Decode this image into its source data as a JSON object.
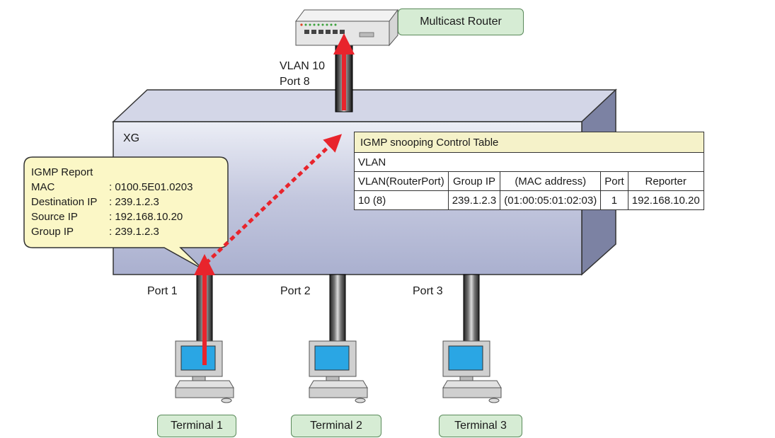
{
  "labels": {
    "router": "Multicast Router",
    "router_link": "VLAN 10",
    "router_port": "Port 8",
    "switch": "XG",
    "port1": "Port 1",
    "port2": "Port 2",
    "port3": "Port 3",
    "terminal1": "Terminal 1",
    "terminal2": "Terminal 2",
    "terminal3": "Terminal 3"
  },
  "report": {
    "title": "IGMP Report",
    "rows": [
      {
        "key": "MAC",
        "value": ": 0100.5E01.0203"
      },
      {
        "key": "Destination IP",
        "value": ": 239.1.2.3"
      },
      {
        "key": "Source IP",
        "value": ": 192.168.10.20"
      },
      {
        "key": "Group IP",
        "value": ": 239.1.2.3"
      }
    ]
  },
  "table": {
    "title": "IGMP snooping Control Table",
    "header_line1": "VLAN",
    "header_col1": "VLAN(RouterPort)",
    "header_group": "Group IP",
    "header_mac": "(MAC address)",
    "header_port": "Port",
    "header_reporter": "Reporter",
    "row": {
      "vlan": "10 (8)",
      "group": "239.1.2.3",
      "mac": "(01:00:05:01:02:03)",
      "port": "1",
      "reporter": "192.168.10.20"
    }
  },
  "colors": {
    "switch_face": "#b8bdd6",
    "switch_top": "#d8dbeb",
    "arrow": "#e8242c",
    "callout": "#fbf7c6",
    "tag": "#d6ecd4",
    "table_title": "#f5f2c9"
  },
  "icons": [
    "router-icon",
    "computer-icon"
  ]
}
